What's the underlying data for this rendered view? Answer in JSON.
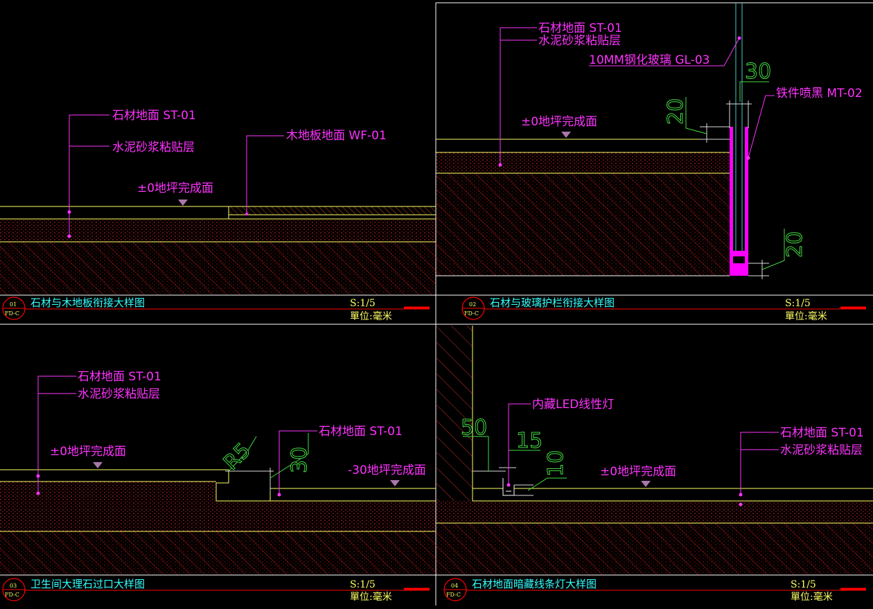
{
  "colors": {
    "background": "#000000",
    "frame": "#ffffff",
    "callout": "#ff33ff",
    "dimension": "#44dd44",
    "title": "#33ffff",
    "floorline": "#ffff66",
    "hatch": "#ff2020",
    "titlebar": "#ff0000"
  },
  "panels": [
    {
      "id": "01",
      "sheet": "FD-C",
      "title": "石材与木地板衔接大样图",
      "scale": "S:1/5",
      "unit": "單位:毫米",
      "labels": {
        "stone": "石材地面 ST-01",
        "mortar": "水泥砂浆粘贴层",
        "wood": "木地板地面 WF-01",
        "level": "±0地坪完成面"
      }
    },
    {
      "id": "02",
      "sheet": "FD-C",
      "title": "石材与玻璃护栏衔接大样图",
      "scale": "S:1/5",
      "unit": "單位:毫米",
      "labels": {
        "stone": "石材地面 ST-01",
        "mortar": "水泥砂浆粘贴层",
        "glass": "10MM钢化玻璃 GL-03",
        "iron": "铁件喷黑 MT-02",
        "level": "±0地坪完成面"
      },
      "dims": {
        "d30": "30",
        "d20a": "20",
        "d20b": "20"
      }
    },
    {
      "id": "03",
      "sheet": "FD-C",
      "title": "卫生间大理石过口大样图",
      "scale": "S:1/5",
      "unit": "單位:毫米",
      "labels": {
        "stone": "石材地面 ST-01",
        "mortar": "水泥砂浆粘贴层",
        "stone2": "石材地面 ST-01",
        "level": "±0地坪完成面",
        "level2": "-30地坪完成面"
      },
      "dims": {
        "r5": "R5",
        "d30": "30"
      }
    },
    {
      "id": "04",
      "sheet": "FD-C",
      "title": "石材地面暗藏线条灯大样图",
      "scale": "S:1/5",
      "unit": "單位:毫米",
      "labels": {
        "led": "内藏LED线性灯",
        "stone": "石材地面 ST-01",
        "mortar": "水泥砂浆粘贴层",
        "level": "±0地坪完成面"
      },
      "dims": {
        "d50": "50",
        "d15": "15",
        "d10": "10"
      }
    }
  ]
}
